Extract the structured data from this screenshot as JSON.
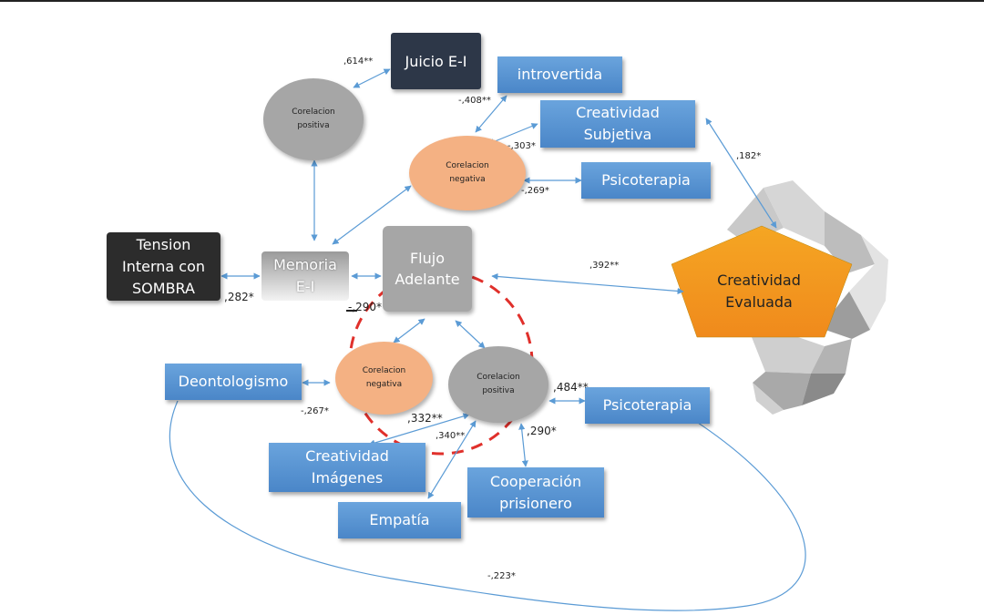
{
  "boxes": {
    "juicio": "Juicio E-I",
    "introvertida": "introvertida",
    "creatividad_subjetiva": "Creatividad\nSubjetiva",
    "psicoterapia_top": "Psicoterapia",
    "tension": "Tension\nInterna con\nSOMBRA",
    "memoria": "Memoria\nE-I",
    "flujo": "Flujo\nAdelante",
    "creatividad_evaluada": "Creatividad\nEvaluada",
    "deontologismo": "Deontologismo",
    "psicoterapia_bottom": "Psicoterapia",
    "creatividad_imagenes": "Creatividad\nImágenes",
    "empatia": "Empatía",
    "cooperacion": "Cooperación\nprisionero"
  },
  "ovals": {
    "corr_pos_top": "Corelacion\npositiva",
    "corr_neg_top": "Corelacion\nnegativa",
    "corr_neg_bottom": "Corelacion\nnegativa",
    "corr_pos_bottom": "Corelacion\npositiva"
  },
  "coefficients": {
    "juicio": ",614**",
    "introvertida": "-,408**",
    "creat_subj": "-,303*",
    "psico_top": "-,269*",
    "creat_eval_top": ",182*",
    "flujo_eval": ",392**",
    "tension": ",282*",
    "memoria_bottom": "-,290*",
    "deonto": "-,267*",
    "imagenes": ",332**",
    "empatia": ",340**",
    "cooperacion": ",290*",
    "psico_bottom": ",484**",
    "long_curve": "-,223*"
  },
  "colors": {
    "arrow": "#5b9bd5",
    "dashed_circle": "#e0302b",
    "pentagon_top": "#f5a623",
    "pentagon_bottom": "#f08a1c"
  }
}
